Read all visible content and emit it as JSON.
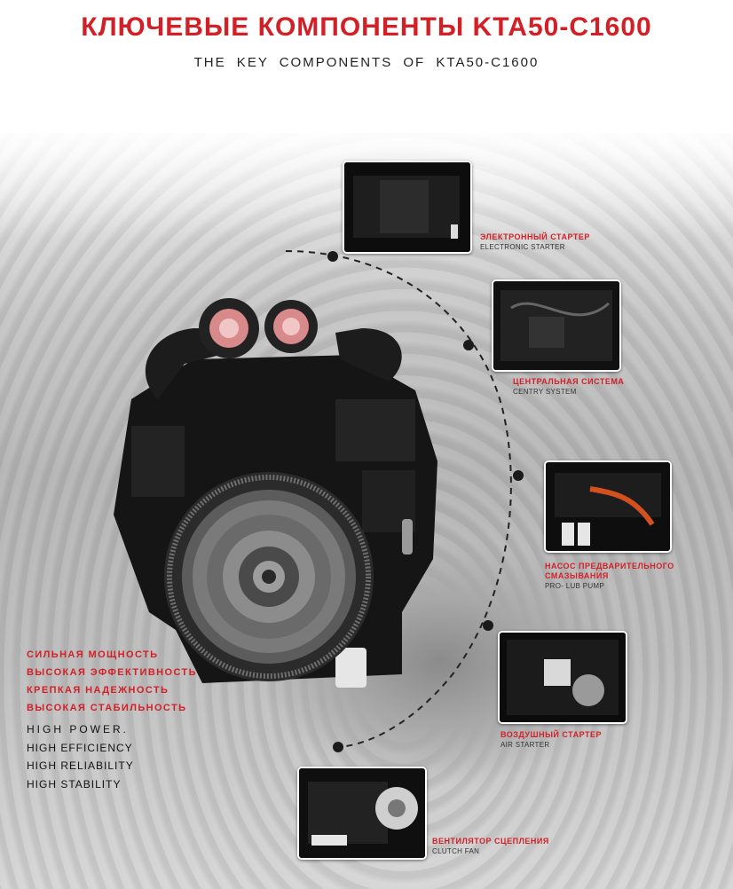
{
  "header": {
    "title_ru": "КЛЮЧЕВЫЕ КОМПОНЕНТЫ  KTA50-C1600",
    "title_en": "THE  KEY  COMPONENTS OF  KTA50-C1600"
  },
  "components": [
    {
      "ru": "ЭЛЕКТРОННЫЙ СТАРТЕР",
      "en": "ELECTRONIC STARTER"
    },
    {
      "ru": "ЦЕНТРАЛЬНАЯ СИСТЕМА",
      "en": "CENTRY SYSTEM"
    },
    {
      "ru": "НАСОС ПРЕДВАРИТЕЛЬНОГО",
      "ru2": "СМАЗЫВАНИЯ",
      "en": "PRO- LUB PUMP"
    },
    {
      "ru": "ВОЗДУШНЫЙ СТАРТЕР",
      "en": "AIR STARTER"
    },
    {
      "ru": "ВЕНТИЛЯТОР СЦЕПЛЕНИЯ",
      "en": "CLUTCH FAN"
    }
  ],
  "slogans": {
    "ru": [
      "СИЛЬНАЯ МОЩНОСТЬ",
      "ВЫСОКАЯ ЭФФЕКТИВНОСТЬ",
      "КРЕПКАЯ НАДЕЖНОСТЬ",
      "ВЫСОКАЯ СТАБИЛЬНОСТЬ"
    ],
    "en": [
      "HIGH POWER.",
      "HIGH EFFICIENCY",
      "HIGH RELIABILITY",
      "HIGH STABILITY"
    ]
  },
  "colors": {
    "accent": "#d32027",
    "text": "#222222",
    "engine": "#151515"
  }
}
